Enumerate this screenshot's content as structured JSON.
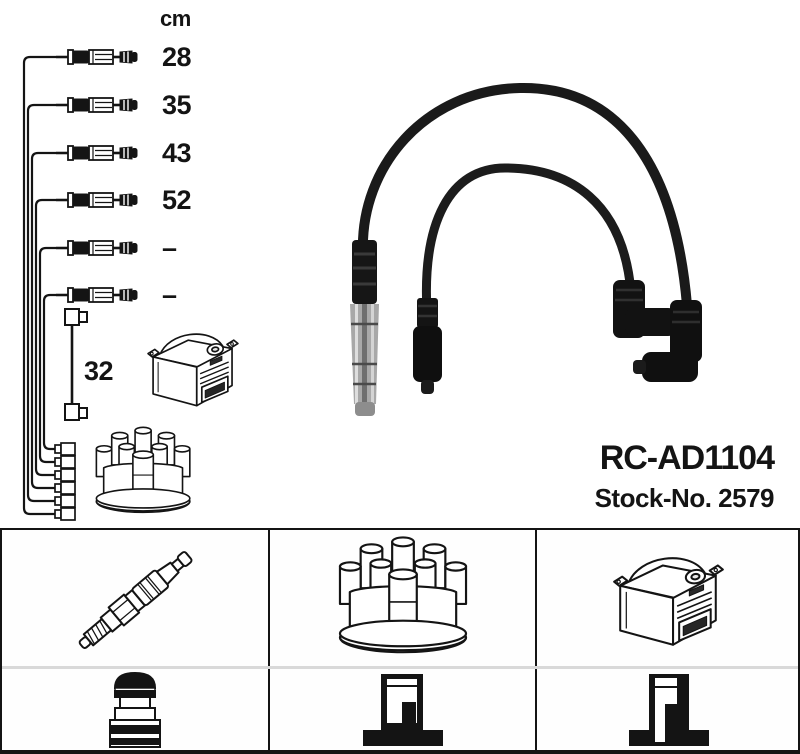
{
  "product": {
    "code": "RC-AD1104",
    "stock_no": "Stock-No. 2579"
  },
  "diagram": {
    "unit_header": "cm",
    "cable_lengths": [
      {
        "label": "28"
      },
      {
        "label": "35"
      },
      {
        "label": "43"
      },
      {
        "label": "52"
      },
      {
        "label": "–"
      },
      {
        "label": "–"
      }
    ],
    "coil_wire_length": "32",
    "icons": [
      "spark-plug-cable-icon",
      "ignition-coil-icon",
      "distributor-cap-icon",
      "coil-wire-icon"
    ]
  },
  "photo": {
    "icons": [
      "ignition-cable-straight-metal-boot",
      "ignition-cable-cylindrical-boot",
      "ignition-cable-right-angle-boot",
      "ignition-cable-right-angle-boot"
    ]
  },
  "legend": {
    "icons": [
      "spark-plug-icon",
      "distributor-cap-icon",
      "ignition-coil-icon",
      "terminal-nut-icon",
      "din-connector-section-icon",
      "din-connector-section-variant-icon"
    ]
  },
  "colors": {
    "ink": "#141414",
    "divider_light": "#d9d9d9",
    "cable_black": "#1a1a1a",
    "metal_gray": "#a8a8a8",
    "background": "#ffffff"
  }
}
